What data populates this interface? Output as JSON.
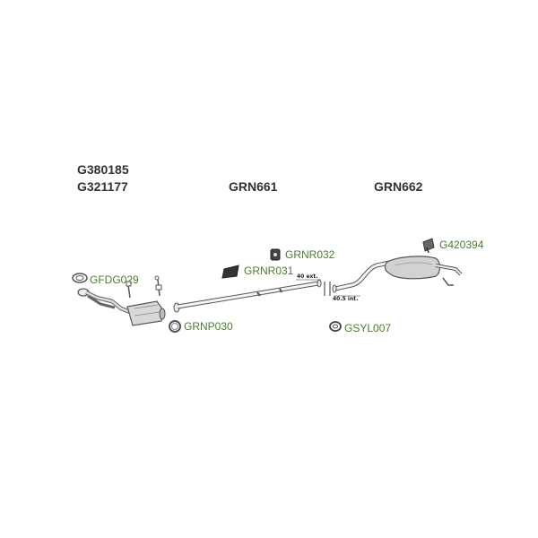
{
  "part_numbers": {
    "front_1": "G380185",
    "front_2": "G321177",
    "middle": "GRN661",
    "rear": "GRN662"
  },
  "references": {
    "gasket": "GFDG029",
    "clamp_ring": "GRNP030",
    "bracket_mid": "GRNR031",
    "bracket_clamp": "GRNR032",
    "sleeve": "GSYL007",
    "rear_hanger": "G420394"
  },
  "dimensions": {
    "ext": "40 ext.",
    "int": "40.5 int."
  },
  "colors": {
    "part_number_text": "#333333",
    "reference_text": "#4a7d2f",
    "line": "#555555"
  }
}
